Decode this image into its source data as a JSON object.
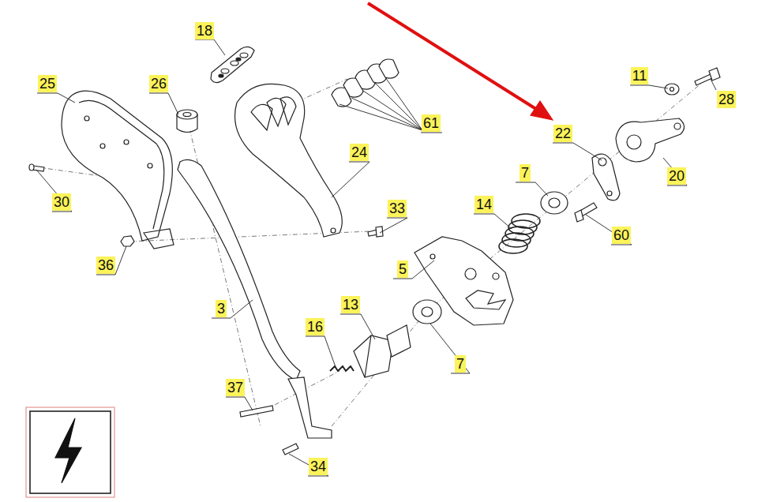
{
  "diagram": {
    "labels": [
      "18",
      "25",
      "26",
      "61",
      "24",
      "11",
      "28",
      "22",
      "20",
      "7",
      "14",
      "60",
      "33",
      "30",
      "36",
      "5",
      "3",
      "13",
      "16",
      "7",
      "37",
      "34"
    ]
  }
}
